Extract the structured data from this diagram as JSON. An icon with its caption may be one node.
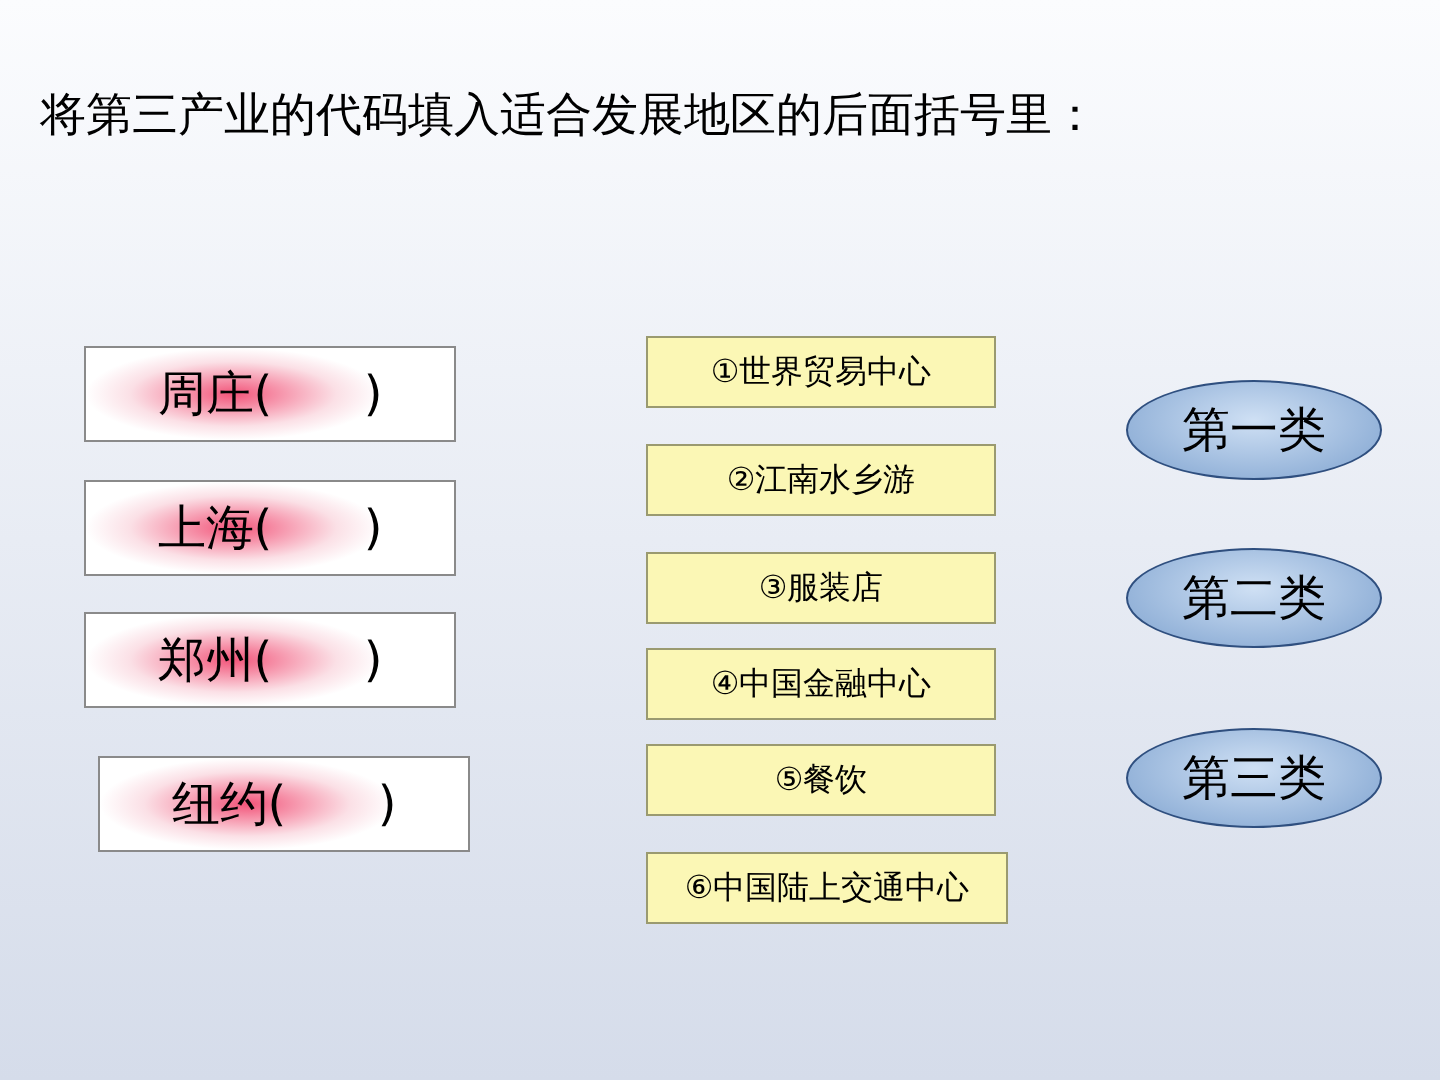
{
  "diagram": {
    "title": "将第三产业的代码填入适合发展地区的后面括号里：",
    "nodes": [
      {
        "text": [
          "周庄(      )"
        ]
      },
      {
        "text": [
          "上海(      )"
        ]
      },
      {
        "text": [
          "郑州(      )"
        ]
      },
      {
        "text": [
          "纽约(      )"
        ]
      },
      {
        "text": [
          "①世界贸易中心"
        ]
      },
      {
        "text": [
          "②江南水乡游"
        ]
      },
      {
        "text": [
          "③服装店"
        ]
      },
      {
        "text": [
          "④中国金融中心"
        ]
      },
      {
        "text": [
          "⑤餐饮"
        ]
      },
      {
        "text": [
          "⑥中国陆上交通中心"
        ]
      },
      {
        "text": [
          "第一类"
        ]
      },
      {
        "text": [
          "第二类"
        ]
      },
      {
        "text": [
          "第三类"
        ]
      }
    ],
    "edges": []
  }
}
